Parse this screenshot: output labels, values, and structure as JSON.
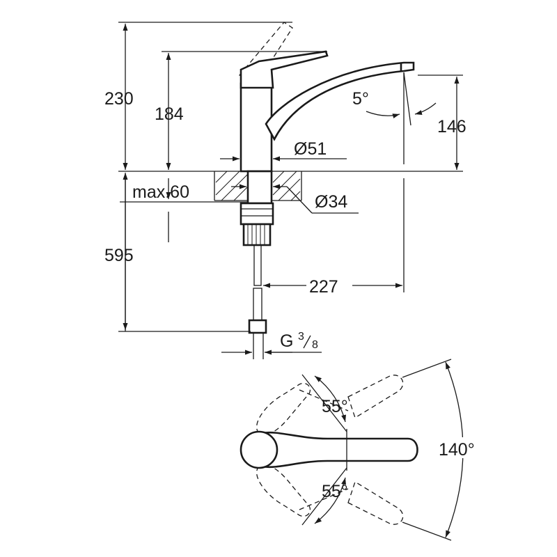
{
  "drawing": {
    "dimensions": {
      "height_total": "230",
      "height_spout": "184",
      "spout_height": "146",
      "spout_angle": "5°",
      "body_diameter": "Ø51",
      "max_thickness": "max.60",
      "hole_diameter": "Ø34",
      "hose_length": "595",
      "reach": "227",
      "thread_prefix": "G",
      "thread_num": "3",
      "thread_den": "8",
      "angle_up": "55°",
      "angle_down": "55°",
      "swivel_angle": "140°"
    }
  }
}
